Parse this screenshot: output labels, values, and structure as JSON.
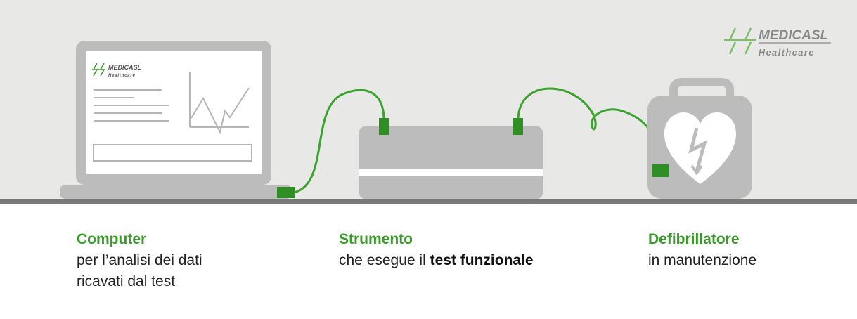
{
  "logo": {
    "name": "MEDICASL",
    "tagline": "Healthcare"
  },
  "screen_logo": {
    "name": "MEDICASL",
    "tagline": "Healthcare"
  },
  "captions": {
    "computer": {
      "title": "Computer",
      "line1": "per l’analisi dei dati",
      "line2": "ricavati dal test"
    },
    "instrument": {
      "title": "Strumento",
      "line1_prefix": "che esegue il ",
      "line1_bold": "test funzionale"
    },
    "defibrillator": {
      "title": "Defibrillatore",
      "line1": "in manutenzione"
    }
  },
  "colors": {
    "accent_green": "#3a9a2a",
    "cable_green": "#3aa32e",
    "device_gray": "#bcbcbc",
    "background": "#e8e8e6",
    "floor": "#7a7a7a"
  },
  "icons": [
    "laptop-icon",
    "test-instrument-icon",
    "defibrillator-icon",
    "lightning-heart-icon",
    "medicasl-logo-icon"
  ]
}
